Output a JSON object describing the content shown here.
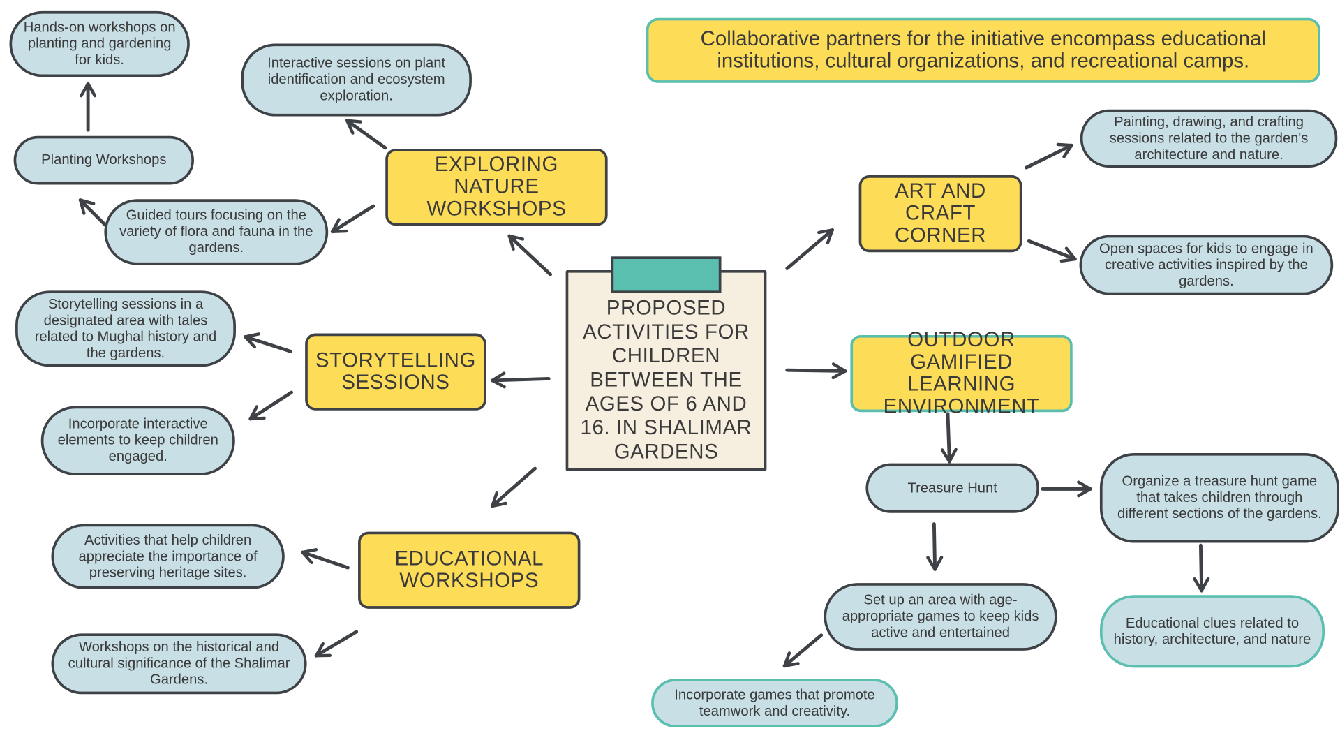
{
  "center": {
    "title": "PROPOSED ACTIVITIES FOR CHILDREN BETWEEN THE AGES OF 6 AND 16. IN SHALIMAR GARDENS"
  },
  "banner": {
    "text": "Collaborative partners for the initiative encompass educational institutions, cultural organizations, and recreational camps."
  },
  "categories": {
    "exploring_nature": "EXPLORING NATURE WORKSHOPS",
    "storytelling": "STORYTELLING SESSIONS",
    "educational": "EDUCATIONAL WORKSHOPS",
    "art_craft": "ART AND CRAFT CORNER",
    "outdoor_gamified": "OUTDOOR GAMIFIED LEARNING ENVIRONMENT"
  },
  "details": {
    "hands_on": "Hands-on workshops on planting and gardening for kids.",
    "planting": "Planting Workshops",
    "guided_tours": "Guided tours focusing on the variety of flora and fauna in the gardens.",
    "plant_identification": "Interactive sessions on plant identification and ecosystem exploration.",
    "storytelling_tales": "Storytelling sessions in a designated area with tales related to Mughal history and the gardens.",
    "interactive_elements": "Incorporate interactive elements to keep children engaged.",
    "heritage": "Activities that help children appreciate the importance of preserving heritage sites.",
    "historical": "Workshops on the historical and cultural significance of the Shalimar Gardens.",
    "painting": "Painting, drawing, and crafting sessions related to the garden's architecture and nature.",
    "open_spaces": "Open spaces for kids to engage in creative activities inspired by the gardens.",
    "treasure_hunt": "Treasure Hunt",
    "organize_hunt": "Organize a treasure hunt game that takes children through different sections of the gardens.",
    "age_games": "Set up an area with age-appropriate games to keep kids active and entertained",
    "teamwork": "Incorporate games that promote teamwork and creativity.",
    "clues": "Educational clues related to history, architecture, and nature"
  },
  "colors": {
    "yellow": "#fddc58",
    "light_blue": "#c8dfe6",
    "teal": "#5bbfb0",
    "cream": "#f6eedf",
    "outline": "#3e4146"
  }
}
